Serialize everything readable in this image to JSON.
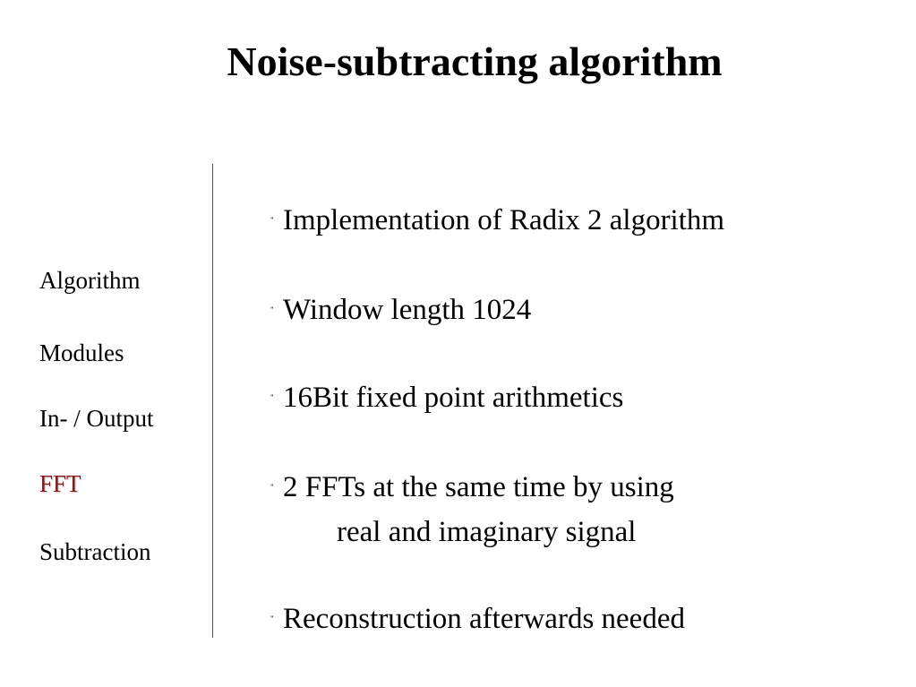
{
  "slide": {
    "title": "Noise-subtracting algorithm",
    "nav": {
      "items": [
        {
          "label": "Algorithm",
          "active": false
        },
        {
          "label": "Modules",
          "active": false
        },
        {
          "label": "In- / Output",
          "active": false
        },
        {
          "label": "FFT",
          "active": true
        },
        {
          "label": "Subtraction",
          "active": false
        }
      ],
      "active_color": "#8b1a1a"
    },
    "bullet_glyph": "\"",
    "bullets": [
      {
        "lines": [
          "Implementation of Radix 2 algorithm"
        ]
      },
      {
        "lines": [
          "Window length 1024"
        ]
      },
      {
        "lines": [
          "16Bit fixed point arithmetics"
        ]
      },
      {
        "lines": [
          "2 FFTs at the same time by using",
          "real and imaginary signal"
        ]
      },
      {
        "lines": [
          "Reconstruction afterwards needed"
        ]
      }
    ]
  }
}
